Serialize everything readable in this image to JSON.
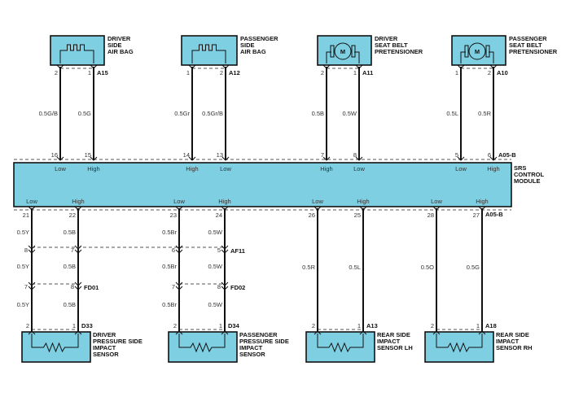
{
  "module": {
    "name_lines": [
      "SRS",
      "CONTROL",
      "MODULE"
    ],
    "connector": "A05-B",
    "color": "#7fcfe2"
  },
  "top_components": [
    {
      "name_lines": [
        "DRIVER",
        "SIDE",
        "AIR BAG"
      ],
      "symbol": "airbag-squib",
      "connector": "A15",
      "wires": [
        {
          "pin": "2",
          "wire": "0.5G/B",
          "module_pin": "16",
          "signal": "Low"
        },
        {
          "pin": "1",
          "wire": "0.5G",
          "module_pin": "15",
          "signal": "High"
        }
      ]
    },
    {
      "name_lines": [
        "PASSENGER",
        "SIDE",
        "AIR BAG"
      ],
      "symbol": "airbag-squib",
      "connector": "A12",
      "wires": [
        {
          "pin": "1",
          "wire": "0.5Gr",
          "module_pin": "14",
          "signal": "High"
        },
        {
          "pin": "2",
          "wire": "0.5Gr/B",
          "module_pin": "13",
          "signal": "Low"
        }
      ]
    },
    {
      "name_lines": [
        "DRIVER",
        "SEAT BELT",
        "PRETENSIONER"
      ],
      "symbol": "motor",
      "motor_label": "M",
      "connector": "A11",
      "wires": [
        {
          "pin": "2",
          "wire": "0.5B",
          "module_pin": "7",
          "signal": "High"
        },
        {
          "pin": "1",
          "wire": "0.5W",
          "module_pin": "8",
          "signal": "Low"
        }
      ]
    },
    {
      "name_lines": [
        "PASSENGER",
        "SEAT BELT",
        "PRETENSIONER"
      ],
      "symbol": "motor",
      "motor_label": "M",
      "connector": "A10",
      "wires": [
        {
          "pin": "1",
          "wire": "0.5L",
          "module_pin": "5",
          "signal": "Low"
        },
        {
          "pin": "2",
          "wire": "0.5R",
          "module_pin": "6",
          "signal": "High"
        }
      ]
    }
  ],
  "bottom_components": [
    {
      "name_lines": [
        "DRIVER",
        "PRESSURE SIDE",
        "IMPACT",
        "SENSOR"
      ],
      "connector": "D33",
      "signals": [
        "Low",
        "High"
      ],
      "module_pins": [
        "21",
        "22"
      ],
      "sensor_pins": [
        "2",
        "1"
      ],
      "wire_segments": [
        [
          "0.5Y",
          "0.5B"
        ],
        [
          "0.5Y",
          "0.5B"
        ],
        [
          "0.5Y",
          "0.5B"
        ]
      ],
      "inline_connectors": [
        {
          "label": "AF11",
          "pins": [
            "8",
            "7"
          ]
        },
        {
          "label": "FD01",
          "pins": [
            "7",
            "8"
          ]
        }
      ]
    },
    {
      "name_lines": [
        "PASSENGER",
        "PRESSURE SIDE",
        "IMPACT",
        "SENSOR"
      ],
      "connector": "D34",
      "signals": [
        "Low",
        "High"
      ],
      "module_pins": [
        "23",
        "24"
      ],
      "sensor_pins": [
        "2",
        "1"
      ],
      "wire_segments": [
        [
          "0.5Br",
          "0.5W"
        ],
        [
          "0.5Br",
          "0.5W"
        ],
        [
          "0.5Br",
          "0.5W"
        ]
      ],
      "inline_connectors": [
        {
          "label": "AF11",
          "pins": [
            "6",
            "5"
          ]
        },
        {
          "label": "FD02",
          "pins": [
            "7",
            "8"
          ]
        }
      ]
    },
    {
      "name_lines": [
        "REAR SIDE",
        "IMPACT",
        "SENSOR LH"
      ],
      "connector": "A13",
      "signals": [
        "Low",
        "High"
      ],
      "module_pins": [
        "26",
        "25"
      ],
      "sensor_pins": [
        "2",
        "1"
      ],
      "wire_segments": [
        [
          "0.5R",
          "0.5L"
        ]
      ],
      "inline_connectors": []
    },
    {
      "name_lines": [
        "REAR SIDE",
        "IMPACT",
        "SENSOR RH"
      ],
      "connector": "A18",
      "signals": [
        "Low",
        "High"
      ],
      "module_pins": [
        "28",
        "27"
      ],
      "sensor_pins": [
        "2",
        "1"
      ],
      "wire_segments": [
        [
          "0.5O",
          "0.5G"
        ]
      ],
      "inline_connectors": []
    }
  ]
}
